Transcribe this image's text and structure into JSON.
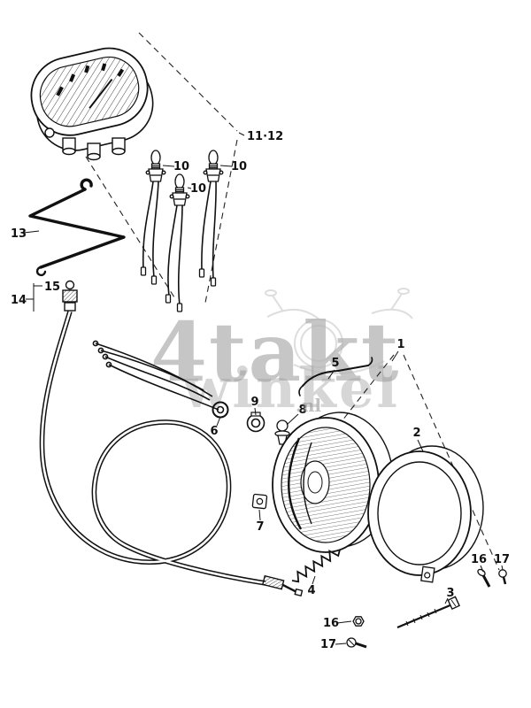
{
  "watermark": {
    "main": "4takt",
    "secondary": "winkel",
    "suffix": ".nl"
  },
  "labels": {
    "p1": "1",
    "p2": "2",
    "p3": "3",
    "p4": "4",
    "p5": "5",
    "p6": "6",
    "p7": "7",
    "p8": "8",
    "p9": "9",
    "p10": "10",
    "p11_12": "11·12",
    "p13": "13",
    "p14": "14",
    "p15": "15",
    "p16": "16",
    "p17": "17"
  }
}
